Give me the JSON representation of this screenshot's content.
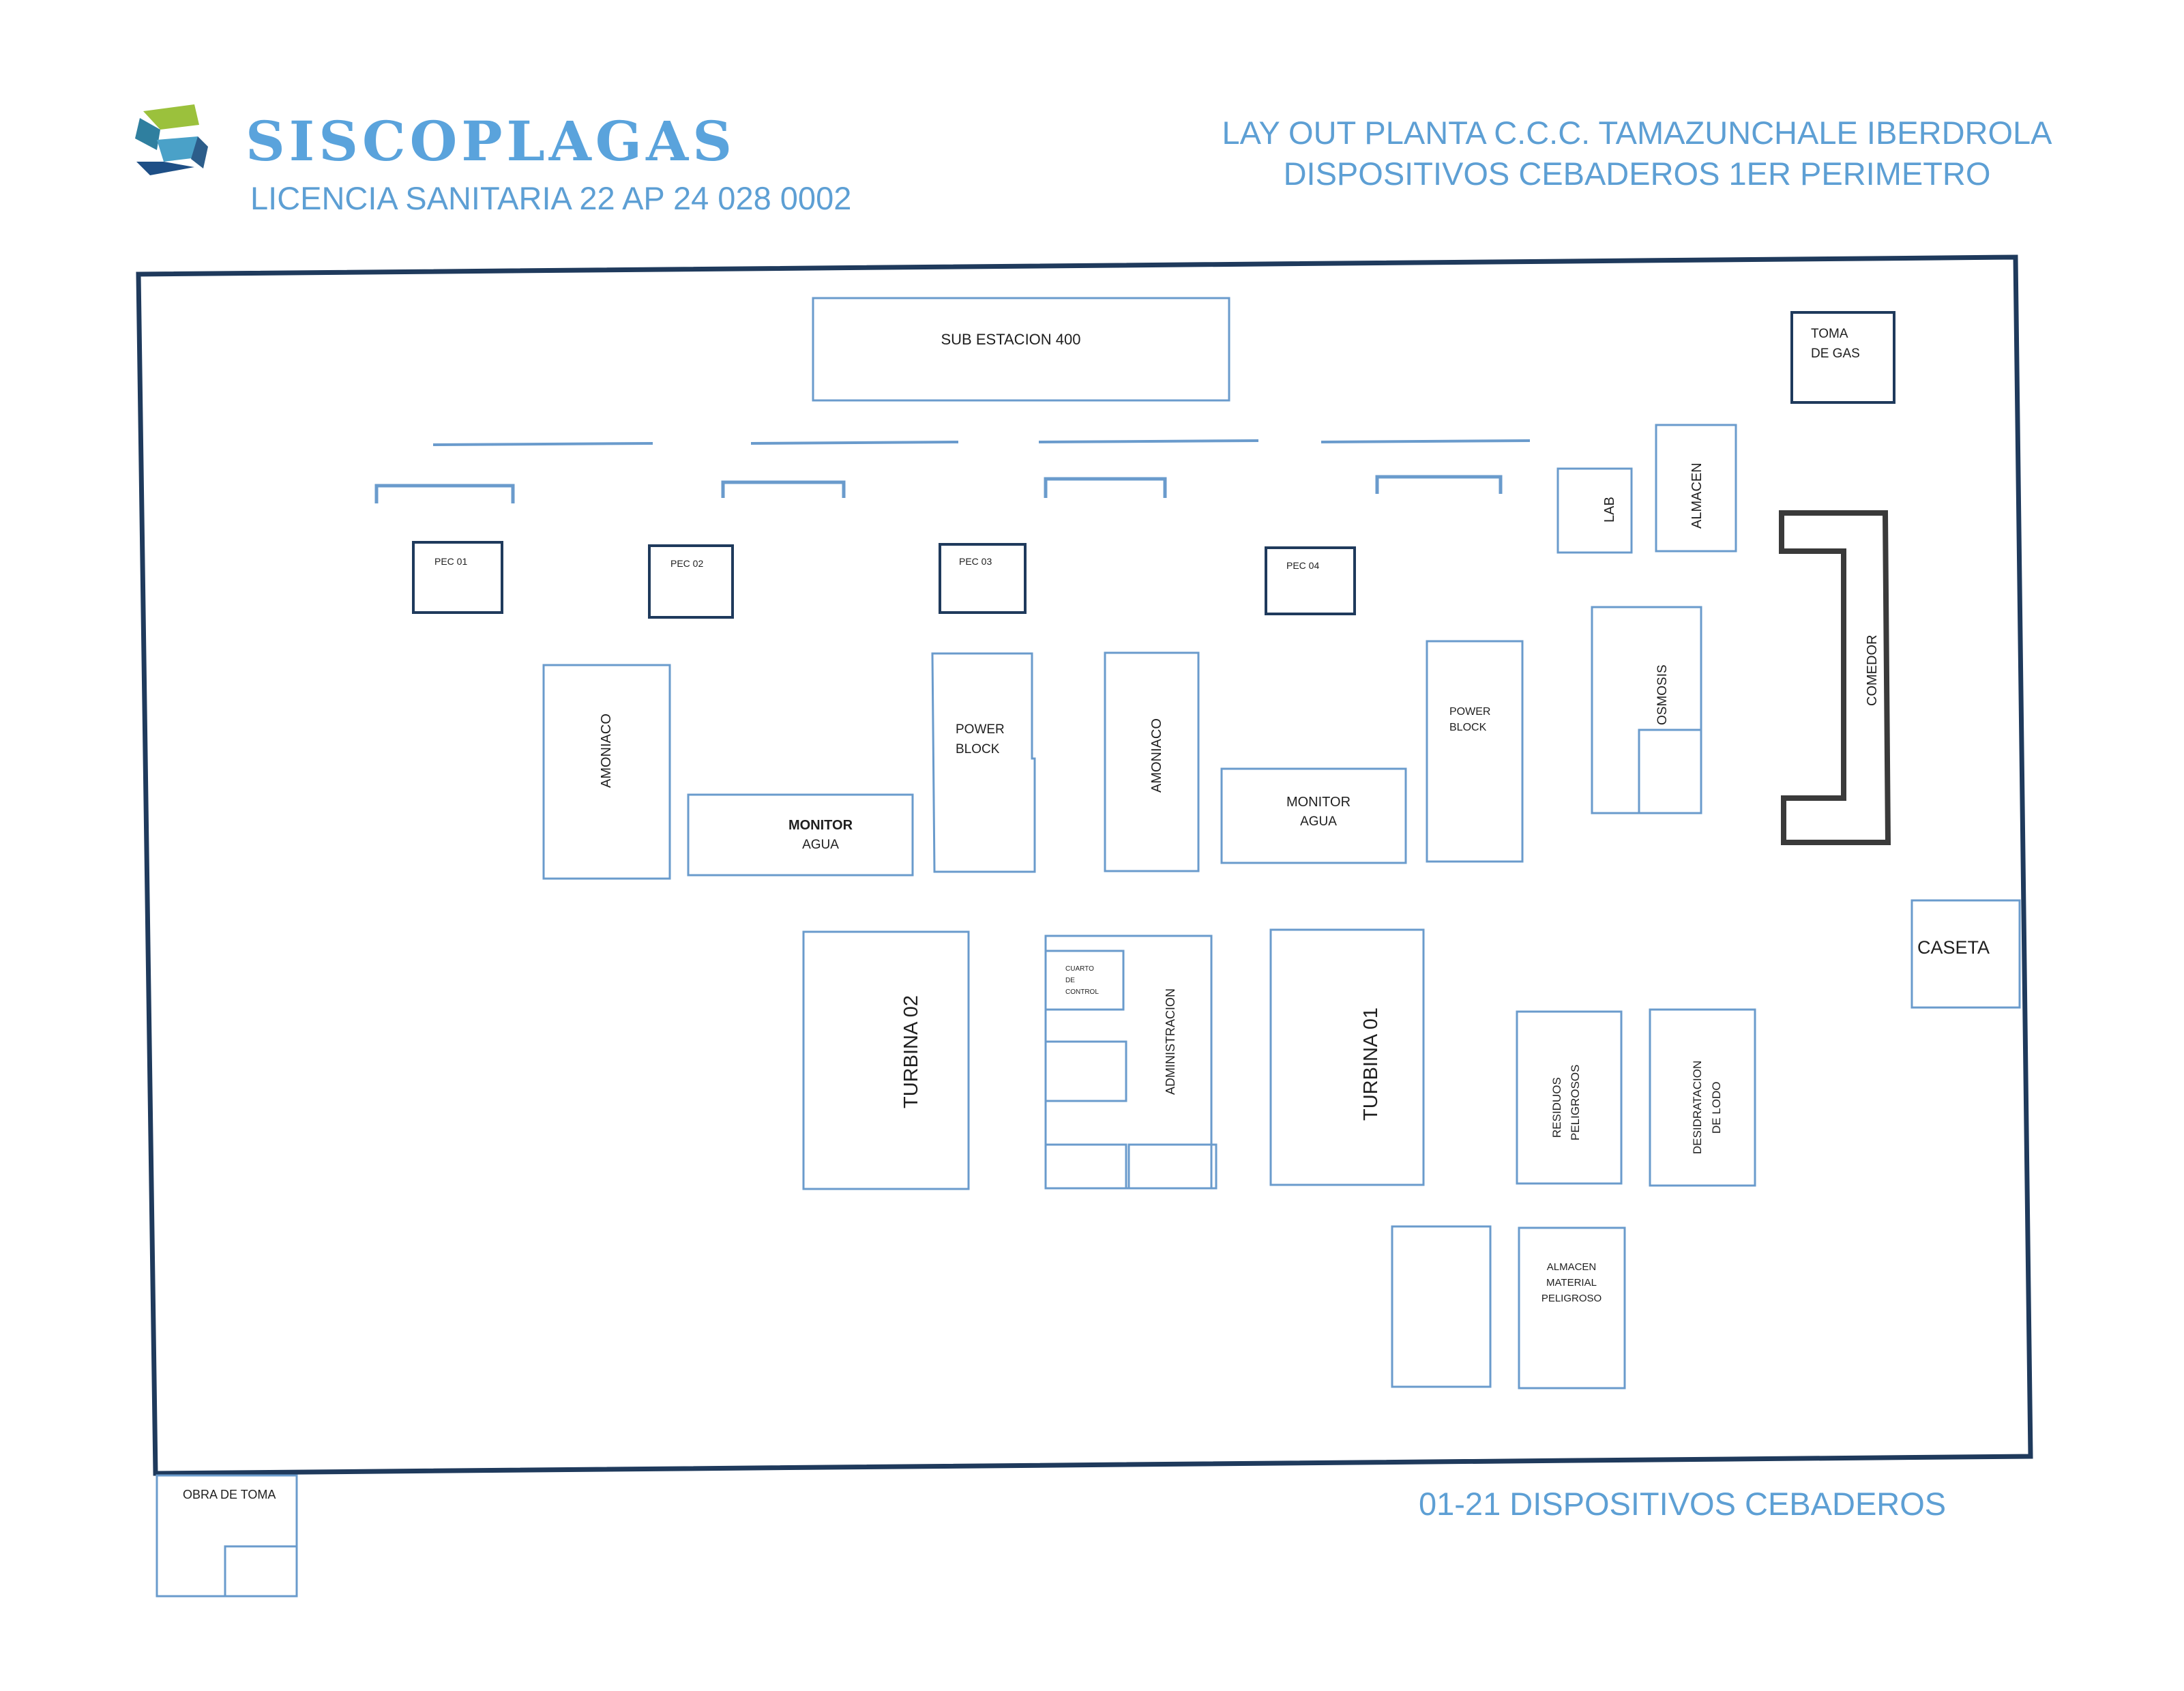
{
  "header": {
    "brand": "SISCOPLAGAS",
    "license": "LICENCIA SANITARIA 22 AP 24 028 0002",
    "title_line1": "LAY OUT PLANTA C.C.C. TAMAZUNCHALE IBERDROLA",
    "title_line2": "DISPOSITIVOS CEBADEROS 1ER PERIMETRO",
    "logo_icon": "s-arrows-logo-icon"
  },
  "footer": {
    "note": "01-21 DISPOSITIVOS CEBADEROS"
  },
  "colors": {
    "accent": "#5d9fd4",
    "outline_dark": "#1f3a5c",
    "outline_light": "#6a9bcc",
    "comedor": "#3a3a3a"
  },
  "labels": {
    "sub_estacion": "SUB ESTACION 400",
    "toma_de_gas_1": "TOMA",
    "toma_de_gas_2": "DE GAS",
    "pec01": "PEC 01",
    "pec02": "PEC 02",
    "pec03": "PEC 03",
    "pec04": "PEC 04",
    "lab": "LAB",
    "almacen": "ALMACEN",
    "comedor": "COMEDOR",
    "amoniaco_1": "AMONIACO",
    "amoniaco_2": "AMONIACO",
    "monitor_1a": "MONITOR",
    "monitor_1b": "AGUA",
    "monitor_2a": "MONITOR",
    "monitor_2b": "AGUA",
    "power_block_1a": "POWER",
    "power_block_1b": "BLOCK",
    "power_block_2a": "POWER",
    "power_block_2b": "BLOCK",
    "osmosis": "OSMOSIS",
    "caseta": "CASETA",
    "turbina_02": "TURBINA 02",
    "turbina_01": "TURBINA 01",
    "cuarto_1": "CUARTO",
    "cuarto_2": "DE",
    "cuarto_3": "CONTROL",
    "administracion": "ADMINISTRACION",
    "residuos_1": "RESIDUOS",
    "residuos_2": "PELIGROSOS",
    "desidratacion_1": "DESIDRATACION",
    "desidratacion_2": "DE LODO",
    "almacen_mat_1": "ALMACEN",
    "almacen_mat_2": "MATERIAL",
    "almacen_mat_3": "PELIGROSO",
    "obra_de_toma": "OBRA DE TOMA"
  }
}
